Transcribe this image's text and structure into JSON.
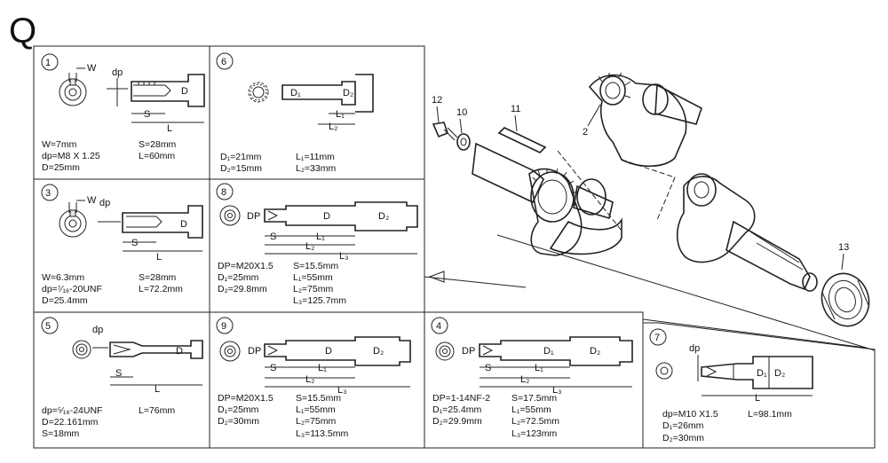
{
  "page_letter": "Q",
  "callouts": [
    "12",
    "10",
    "11",
    "2",
    "13"
  ],
  "panels": [
    {
      "id": "1",
      "dim_labels": [
        "W",
        "dp",
        "D",
        "S",
        "L"
      ],
      "specs": [
        [
          "W=7mm",
          "S=28mm"
        ],
        [
          "dp=M8 X 1.25",
          "L=60mm"
        ],
        [
          "D=25mm",
          ""
        ]
      ]
    },
    {
      "id": "6",
      "dim_labels": [
        "D₁",
        "D₂",
        "L₁",
        "L₂"
      ],
      "specs": [
        [
          "D₁=21mm",
          "L₁=11mm"
        ],
        [
          "D₂=15mm",
          "L₂=33mm"
        ]
      ]
    },
    {
      "id": "3",
      "dim_labels": [
        "W",
        "dp",
        "D",
        "S",
        "L"
      ],
      "specs": [
        [
          "W=6.3mm",
          "S=28mm"
        ],
        [
          "dp=⁷⁄₁₆-20UNF",
          "L=72.2mm"
        ],
        [
          "D=25.4mm",
          ""
        ]
      ]
    },
    {
      "id": "8",
      "dim_labels": [
        "DP",
        "D",
        "D₂",
        "S",
        "L₁",
        "L₂",
        "L₃"
      ],
      "specs": [
        [
          "DP=M20X1.5",
          "S=15.5mm"
        ],
        [
          "D₁=25mm",
          "L₁=55mm"
        ],
        [
          "D₂=29.8mm",
          "L₂=75mm"
        ],
        [
          "",
          "L₃=125.7mm"
        ]
      ]
    },
    {
      "id": "5",
      "dim_labels": [
        "dp",
        "D",
        "S",
        "L"
      ],
      "specs": [
        [
          "dp=⁵⁄₁₆-24UNF",
          "L=76mm"
        ],
        [
          "D=22.161mm",
          ""
        ],
        [
          "S=18mm",
          ""
        ]
      ]
    },
    {
      "id": "9",
      "dim_labels": [
        "DP",
        "D",
        "D₂",
        "S",
        "L₁",
        "L₂",
        "L₃"
      ],
      "specs": [
        [
          "DP=M20X1.5",
          "S=15.5mm"
        ],
        [
          "D₁=25mm",
          "L₁=55mm"
        ],
        [
          "D₂=30mm",
          "L₂=75mm"
        ],
        [
          "",
          "L₃=113.5mm"
        ]
      ]
    },
    {
      "id": "4",
      "dim_labels": [
        "DP",
        "D₁",
        "D₂",
        "S",
        "L₁",
        "L₂",
        "L₃"
      ],
      "specs": [
        [
          "DP=1-14NF-2",
          "S=17.5mm"
        ],
        [
          "D₁=25.4mm",
          "L₁=55mm"
        ],
        [
          "D₂=29.9mm",
          "L₂=72.5mm"
        ],
        [
          "",
          "L₃=123mm"
        ]
      ]
    },
    {
      "id": "7",
      "dim_labels": [
        "dp",
        "D₁",
        "D₂",
        "L"
      ],
      "specs": [
        [
          "dp=M10 X1.5",
          "L=98.1mm"
        ],
        [
          "D₁=26mm",
          ""
        ],
        [
          "D₂=30mm",
          ""
        ]
      ]
    }
  ]
}
